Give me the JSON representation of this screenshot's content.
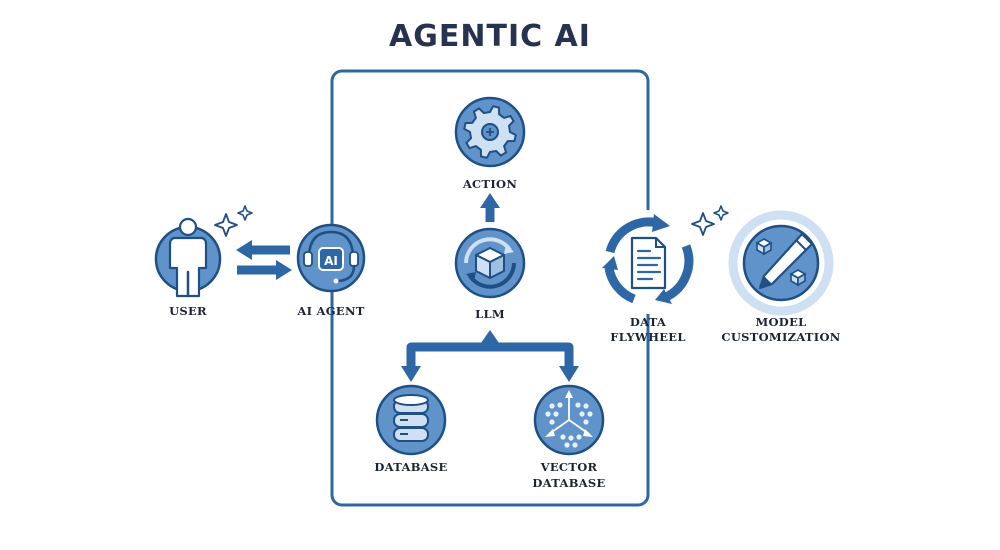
{
  "title": "AGENTIC AI",
  "nodes": {
    "user": "USER",
    "ai_agent": "AI AGENT",
    "ai_badge": "AI",
    "action": "ACTION",
    "llm": "LLM",
    "database": "DATABASE",
    "vector_db": [
      "VECTOR",
      "DATABASE"
    ],
    "data_flywheel": [
      "DATA",
      "FLYWHEEL"
    ],
    "model_customization": [
      "MODEL",
      "CUSTOMIZATION"
    ]
  },
  "colors": {
    "accent": "#2e67a6",
    "fill": "#5f93c9",
    "light": "#cfe0f2",
    "dark": "#1f4f85",
    "title": "#27324f"
  }
}
